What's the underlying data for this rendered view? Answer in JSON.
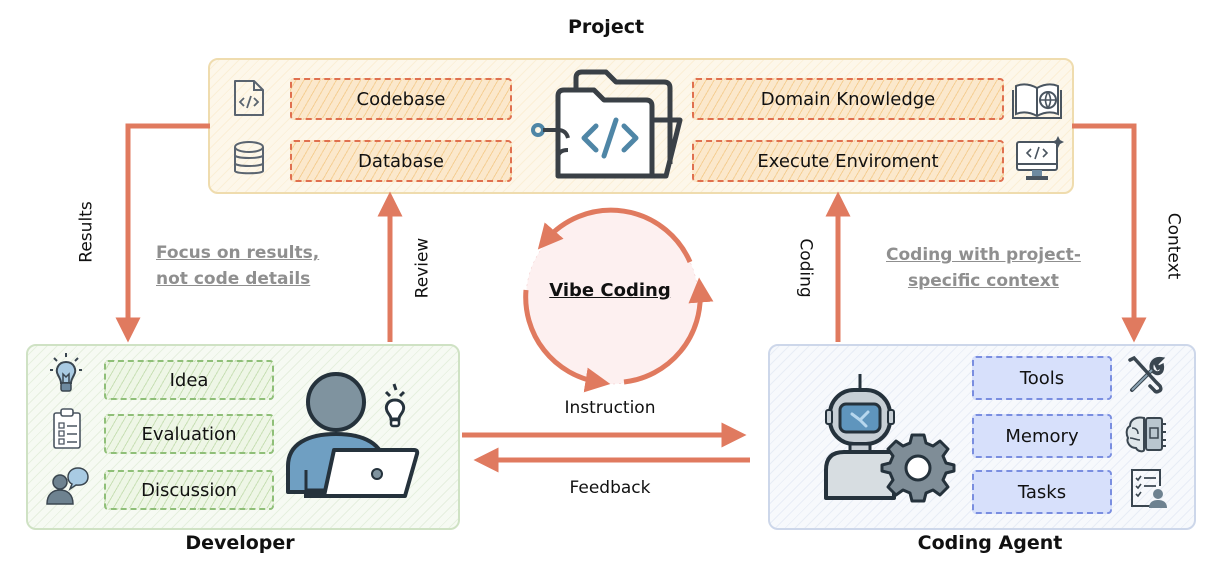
{
  "project": {
    "title": "Project",
    "items_left": [
      {
        "label": "Codebase",
        "icon": "code-file-icon"
      },
      {
        "label": "Database",
        "icon": "database-icon"
      }
    ],
    "center_icon": "code-folder-icon",
    "items_right": [
      {
        "label": "Domain Knowledge",
        "icon": "book-globe-icon"
      },
      {
        "label": "Execute Enviroment",
        "icon": "monitor-code-icon"
      }
    ]
  },
  "developer": {
    "title": "Developer",
    "items": [
      {
        "label": "Idea",
        "icon": "lightbulb-icon"
      },
      {
        "label": "Evaluation",
        "icon": "clipboard-checklist-icon"
      },
      {
        "label": "Discussion",
        "icon": "person-chat-icon"
      }
    ],
    "figure_icon": "developer-laptop-icon"
  },
  "agent": {
    "title": "Coding Agent",
    "items": [
      {
        "label": "Tools",
        "icon": "tools-icon"
      },
      {
        "label": "Memory",
        "icon": "brain-chip-icon"
      },
      {
        "label": "Tasks",
        "icon": "task-list-user-icon"
      }
    ],
    "figure_icon": "robot-gear-icon"
  },
  "arrows": {
    "results": "Results",
    "review": "Review",
    "coding": "Coding",
    "context": "Context",
    "instruction": "Instruction",
    "feedback": "Feedback"
  },
  "notes": {
    "developer_note_line1": "Focus on results,",
    "developer_note_line2": "not code details",
    "agent_note_line1": "Coding with project-",
    "agent_note_line2": "specific context"
  },
  "center": {
    "label": "Vibe Coding"
  },
  "colors": {
    "arrow": "#e07a5f",
    "project_border": "#efdcae",
    "developer_border": "#cfe2c4",
    "agent_border": "#cdd7ea",
    "note_text": "#8f8f8f",
    "icon_stroke": "#3a4650",
    "icon_blue": "#4f86a6"
  }
}
